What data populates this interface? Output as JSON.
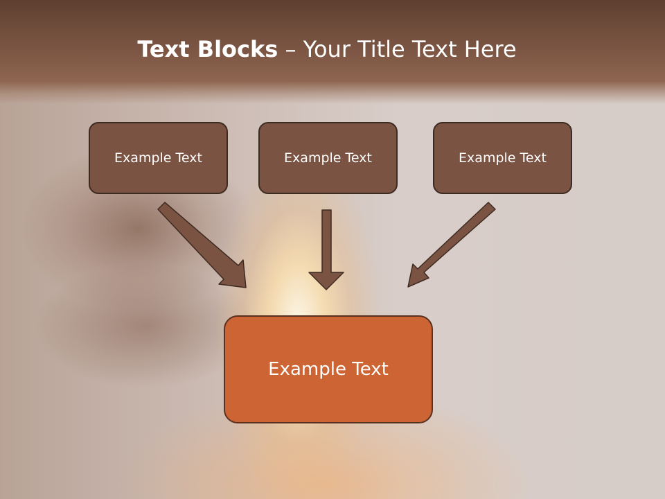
{
  "slide": {
    "title_bold": "Text Blocks",
    "title_dash": " – ",
    "title_rest": "Your Title Text Here"
  },
  "blocks": {
    "top_left": "Example Text",
    "top_center": "Example Text",
    "top_right": "Example Text",
    "bottom": "Example Text"
  },
  "colors": {
    "header": "#7a5442",
    "block_fill": "#7a5342",
    "block_border": "#3d2a20",
    "main_block_fill": "#cc6533",
    "arrow": "#7a5342"
  }
}
